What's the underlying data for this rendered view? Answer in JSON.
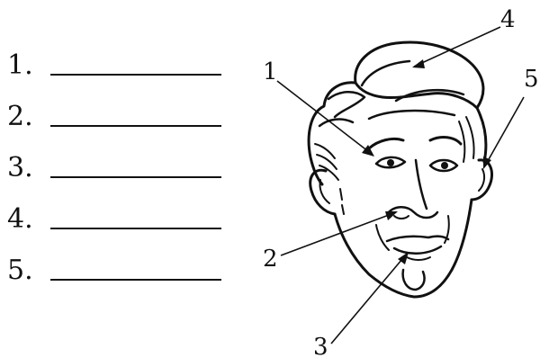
{
  "answers": [
    {
      "number": "1."
    },
    {
      "number": "2."
    },
    {
      "number": "3."
    },
    {
      "number": "4."
    },
    {
      "number": "5."
    }
  ],
  "callouts": [
    {
      "label": "1",
      "part": "eye"
    },
    {
      "label": "2",
      "part": "nose"
    },
    {
      "label": "3",
      "part": "mouth"
    },
    {
      "label": "4",
      "part": "hair"
    },
    {
      "label": "5",
      "part": "ear"
    }
  ],
  "colors": {
    "ink": "#111111",
    "background": "#ffffff"
  }
}
